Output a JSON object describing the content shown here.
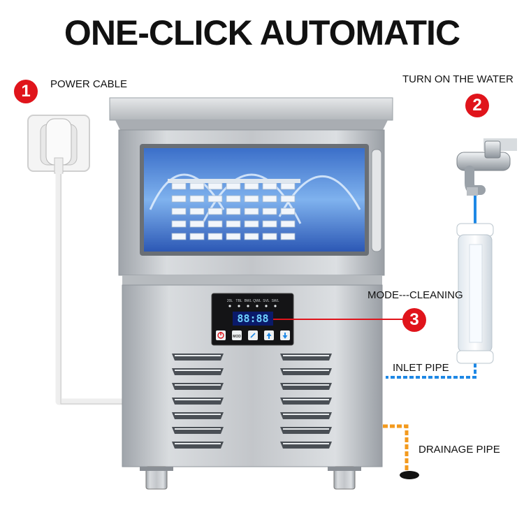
{
  "title": "ONE-CLICK AUTOMATIC",
  "steps": [
    {
      "number": "1",
      "label": "POWER CABLE"
    },
    {
      "number": "2",
      "label": "TURN ON THE WATER"
    },
    {
      "number": "3",
      "label": "MODE---CLEANING"
    }
  ],
  "pipes": {
    "inlet": "INLET PIPE",
    "drainage": "DRAINAGE PIPE"
  },
  "panel": {
    "display": "88:88",
    "indicators": [
      "20L",
      "TBL",
      "BWL",
      "QWL",
      "SVL",
      "SWL"
    ],
    "buttons": [
      {
        "icon": "power-icon",
        "label": ""
      },
      {
        "icon": "mode-icon",
        "label": "MOD"
      },
      {
        "icon": "clean-icon",
        "label": ""
      },
      {
        "icon": "arrow-up-icon",
        "label": ""
      },
      {
        "icon": "arrow-down-icon",
        "label": ""
      }
    ]
  },
  "colors": {
    "badge": "#e0141b",
    "inlet_pipe": "#1e88e5",
    "drain_pipe": "#f39a1e",
    "steel": "#c8cbcf",
    "display": "#6fd3ff"
  }
}
